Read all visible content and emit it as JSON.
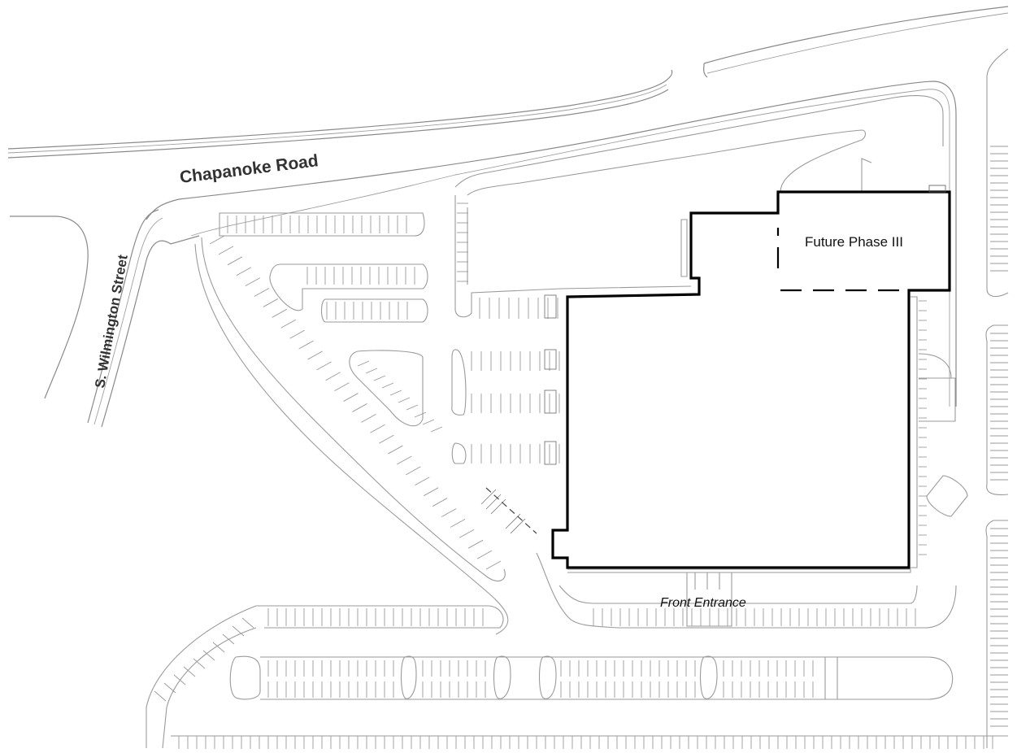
{
  "map": {
    "labels": {
      "chapanoke_road": "Chapanoke Road",
      "wilmington_street": "S. Wilmington Street",
      "future_phase": "Future Phase III",
      "front_entrance": "Front Entrance"
    },
    "colors": {
      "building_outline": "#000000",
      "linework": "#9a9a9a",
      "background": "#ffffff"
    }
  }
}
